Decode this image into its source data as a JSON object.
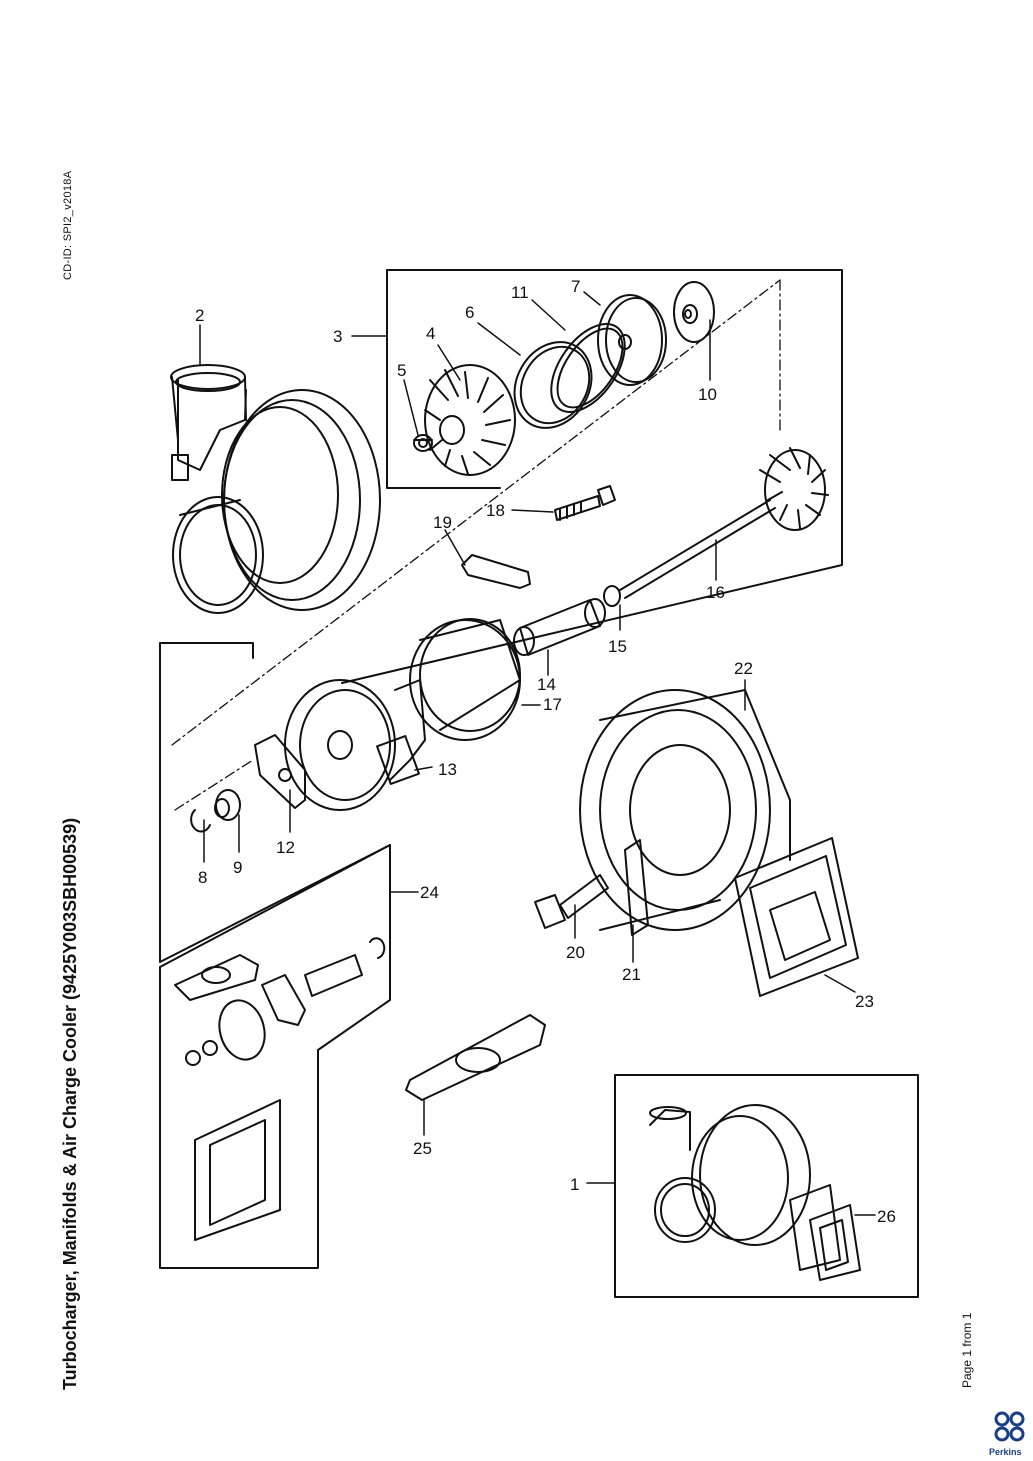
{
  "document": {
    "title": "Turbocharger, Manifolds & Air Charge Cooler (9425Y003SBH00539)",
    "cd_id": "CD-ID: SPI2_v2018A",
    "page": "Page 1 from 1",
    "brand": "Perkins"
  },
  "callouts": {
    "c1": "1",
    "c2": "2",
    "c3": "3",
    "c4": "4",
    "c5": "5",
    "c6": "6",
    "c7": "7",
    "c8": "8",
    "c9": "9",
    "c10": "10",
    "c11": "11",
    "c12": "12",
    "c13": "13",
    "c14": "14",
    "c15": "15",
    "c16": "16",
    "c17": "17",
    "c18": "18",
    "c19": "19",
    "c20": "20",
    "c21": "21",
    "c22": "22",
    "c23": "23",
    "c24": "24",
    "c25": "25",
    "c26": "26"
  },
  "icons": {
    "logo": "perkins-logo-icon"
  }
}
